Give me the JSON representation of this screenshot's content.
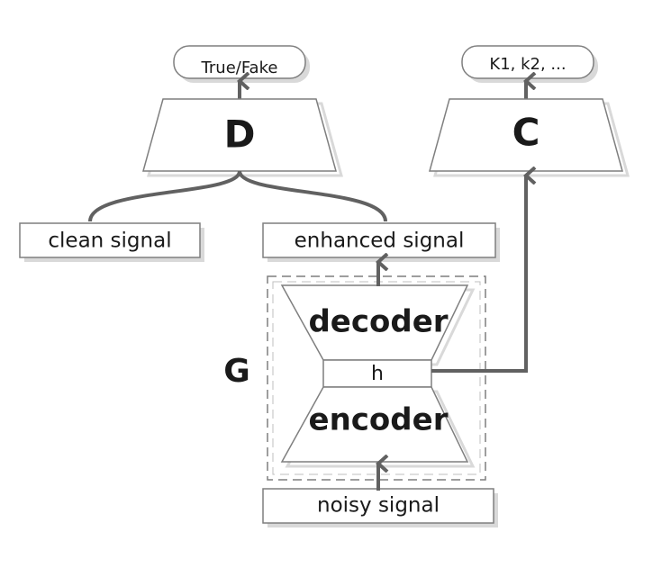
{
  "discriminator": {
    "output_label": "True/Fake",
    "title": "D"
  },
  "classifier": {
    "output_label": "K1, k2, ...",
    "title": "C"
  },
  "inputs": {
    "clean_label": "clean signal",
    "enhanced_label": "enhanced signal",
    "noisy_label": "noisy signal"
  },
  "generator": {
    "title": "G",
    "decoder_label": "decoder",
    "bottleneck_label": "h",
    "encoder_label": "encoder"
  },
  "colors": {
    "line": "#616161",
    "box_stroke": "#7f7f7f",
    "shadow": "#d9d9d9",
    "text": "#1a1a1a"
  }
}
